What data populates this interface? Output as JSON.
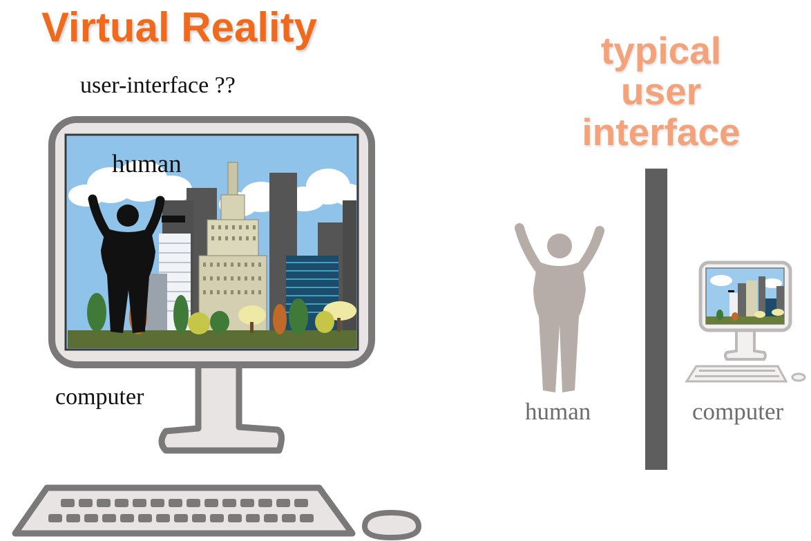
{
  "virtual_reality": {
    "title": "Virtual Reality",
    "caption": "user-interface ??",
    "human_label": "human",
    "computer_label": "computer"
  },
  "typical": {
    "title_lines": [
      "typical",
      "user",
      "interface"
    ],
    "human_label": "human",
    "computer_label": "computer"
  },
  "colors": {
    "vr_title": "#ef6a1c",
    "typical_title": "#f4a27a",
    "monitor_frame": "#7a7878",
    "monitor_fill": "#e9e4e4",
    "barrier": "#5e5e5e",
    "human_figure_vr": "#111111",
    "human_figure_typical": "#b6aca8",
    "sky": "#8fc3ea"
  },
  "icons": [
    "monitor-icon",
    "keyboard-icon",
    "mouse-icon",
    "city-scene",
    "human-figure-icon",
    "barrier-bar",
    "small-computer-icon"
  ]
}
